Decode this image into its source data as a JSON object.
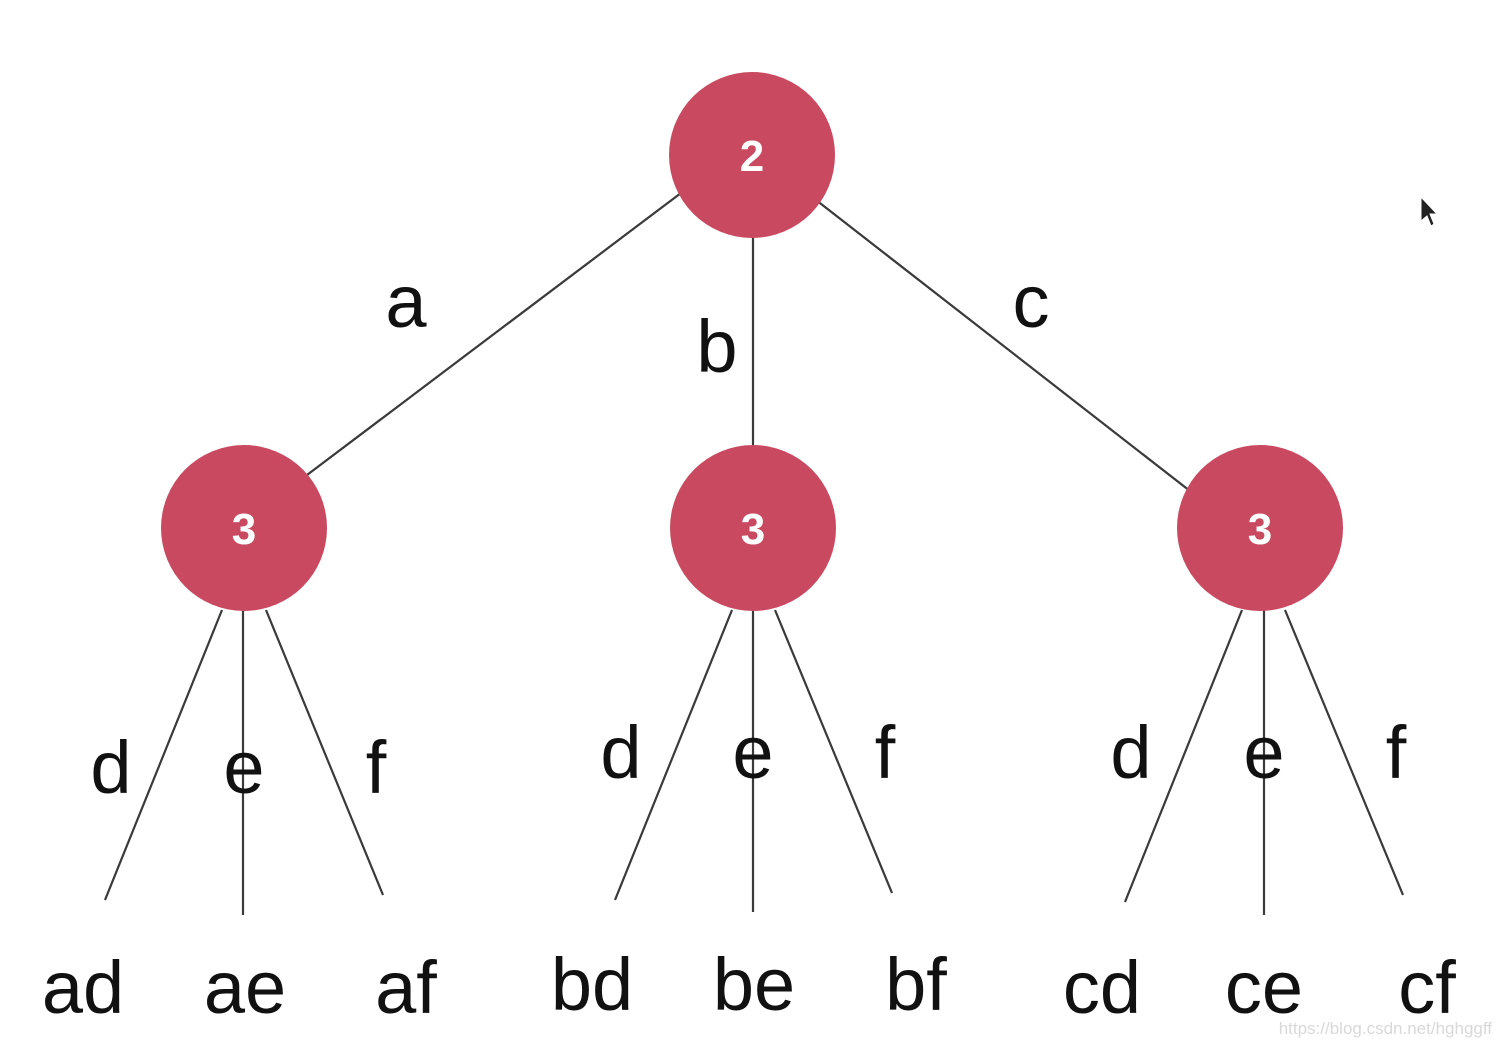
{
  "tree": {
    "root": {
      "label": "2"
    },
    "edges_level1": [
      {
        "label": "a"
      },
      {
        "label": "b"
      },
      {
        "label": "c"
      }
    ],
    "children": [
      {
        "label": "3"
      },
      {
        "label": "3"
      },
      {
        "label": "3"
      }
    ],
    "groups": [
      {
        "edge_labels": [
          "d",
          "e",
          "f"
        ],
        "leaves": [
          "ad",
          "ae",
          "af"
        ]
      },
      {
        "edge_labels": [
          "d",
          "e",
          "f"
        ],
        "leaves": [
          "bd",
          "be",
          "bf"
        ]
      },
      {
        "edge_labels": [
          "d",
          "e",
          "f"
        ],
        "leaves": [
          "cd",
          "ce",
          "cf"
        ]
      }
    ]
  },
  "watermark": "https://blog.csdn.net/hghggff",
  "colors": {
    "node_fill": "#c94a60",
    "node_text": "#ffffff",
    "edge": "#3a3a3a",
    "text": "#111111"
  },
  "icons": {
    "cursor": "mouse-pointer-icon"
  }
}
